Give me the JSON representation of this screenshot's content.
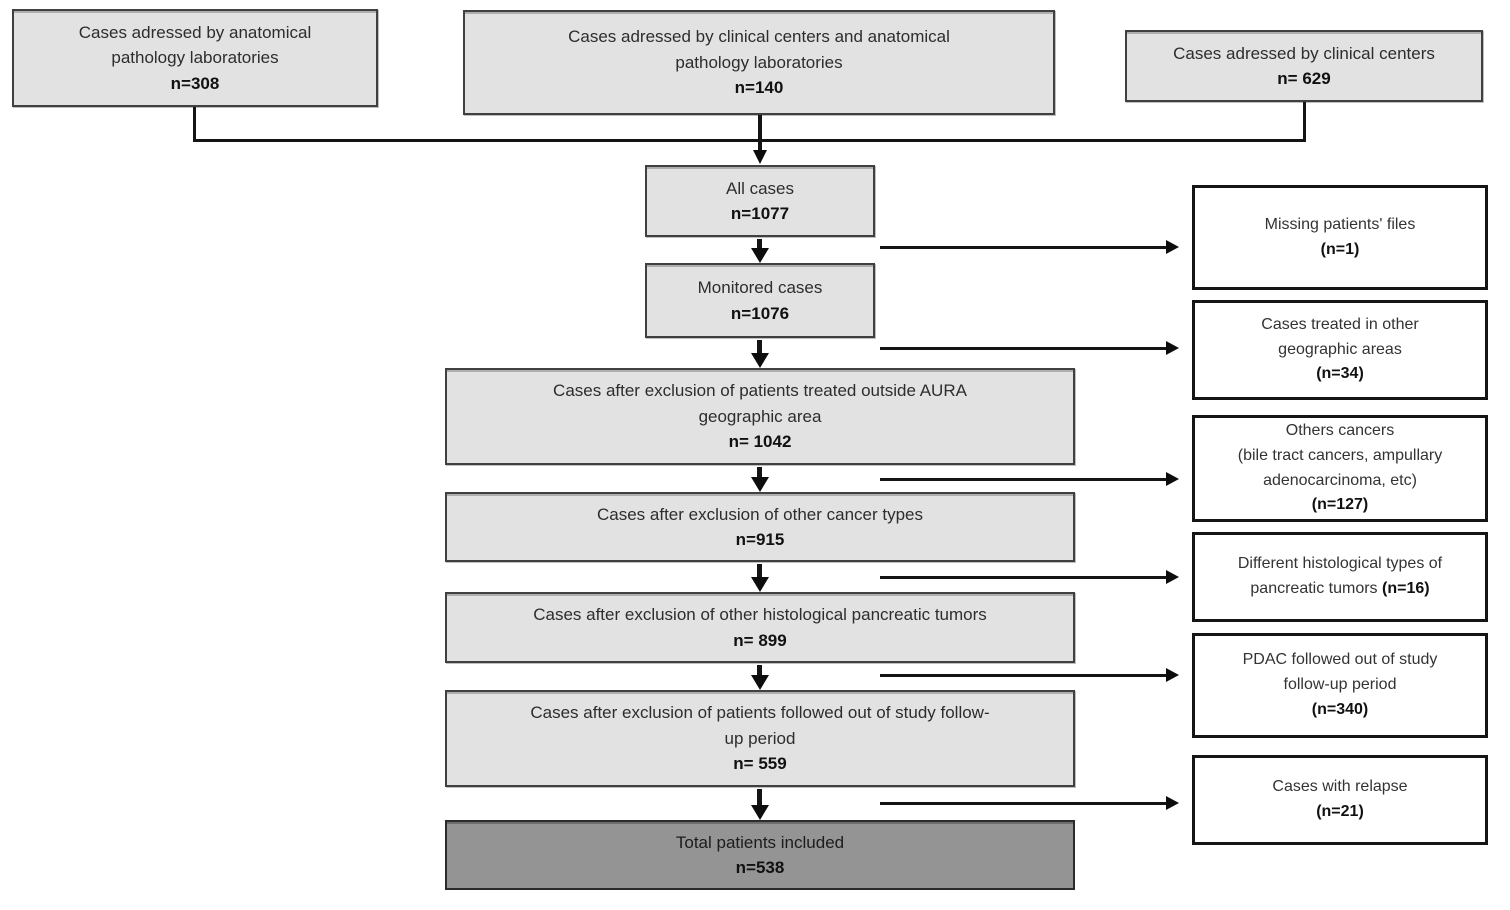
{
  "diagram": "patient-inclusion-flowchart",
  "colors": {
    "process_fill": "#e2e2e2",
    "process_border": "#404040",
    "exclusion_fill": "#ffffff",
    "exclusion_border": "#151515",
    "final_fill": "#949494",
    "connector": "#0d0d0d"
  },
  "sources": [
    {
      "label": "Cases adressed by anatomical\npathology laboratories",
      "n": "n=308"
    },
    {
      "label": "Cases adressed by clinical centers and anatomical\npathology laboratories",
      "n": "n=140"
    },
    {
      "label": "Cases adressed by clinical centers",
      "n": "n= 629"
    }
  ],
  "flow": [
    {
      "label": "All cases",
      "n": "n=1077"
    },
    {
      "label": "Monitored cases",
      "n": "n=1076"
    },
    {
      "label": "Cases after exclusion of patients treated outside AURA\ngeographic area",
      "n": "n= 1042"
    },
    {
      "label": "Cases after exclusion of other cancer types",
      "n": "n=915"
    },
    {
      "label": "Cases after exclusion of other histological pancreatic tumors",
      "n": "n= 899"
    },
    {
      "label": "Cases after exclusion of patients followed out of study follow-\nup period",
      "n": "n= 559"
    },
    {
      "label": "Total patients included",
      "n": "n=538"
    }
  ],
  "exclusions": [
    {
      "label": "Missing patients' files",
      "n": "(n=1)"
    },
    {
      "label": "Cases treated in other\ngeographic areas",
      "n": "(n=34)"
    },
    {
      "label": "Others cancers\n(bile tract cancers, ampullary\nadenocarcinoma, etc)",
      "n": "(n=127)"
    },
    {
      "label": "Different histological types of\npancreatic tumors",
      "n": "(n=16)"
    },
    {
      "label": "PDAC followed out of study\nfollow-up period",
      "n": "(n=340)"
    },
    {
      "label": "Cases with relapse",
      "n": "(n=21)"
    }
  ]
}
